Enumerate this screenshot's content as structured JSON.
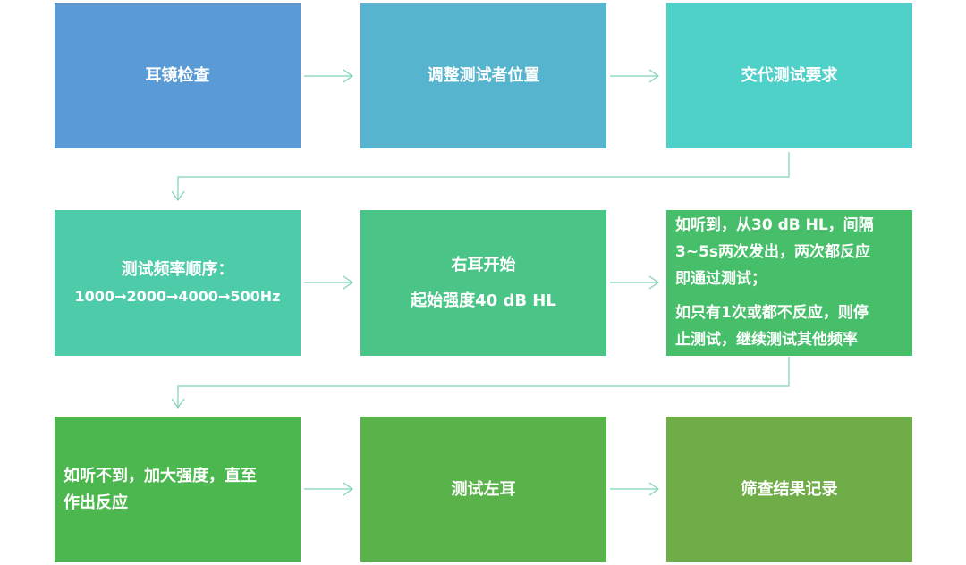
{
  "colors": {
    "arrow": "#7fd3b6",
    "box1": "#5b9bd5",
    "box2": "#56b4ce",
    "box3": "#4fd0c8",
    "box4": "#4ecba8",
    "box5": "#4bc587",
    "box6": "#47bf6a",
    "box7": "#4cb74e",
    "box8": "#5ab24a",
    "box9": "#6fad48"
  },
  "steps": {
    "otoscope": "耳镜检查",
    "position": "调整测试者位置",
    "instructions": "交代测试要求",
    "frequency_title": "测试频率顺序：",
    "frequency_order": "1000→2000→4000→500Hz",
    "right_ear_line1": "右耳开始",
    "right_ear_line2": "起始强度40 dB HL",
    "heard_line1": "如听到，从30 dB HL，间隔",
    "heard_line2": "3~5s两次发出，两次都反应",
    "heard_line3": "即通过测试；",
    "once_line1": "如只有1次或都不反应，则停",
    "once_line2": "止测试，继续测试其他频率",
    "not_heard_line1": "如听不到，加大强度，直至",
    "not_heard_line2": "作出反应",
    "left_ear": "测试左耳",
    "record": "筛查结果记录"
  }
}
